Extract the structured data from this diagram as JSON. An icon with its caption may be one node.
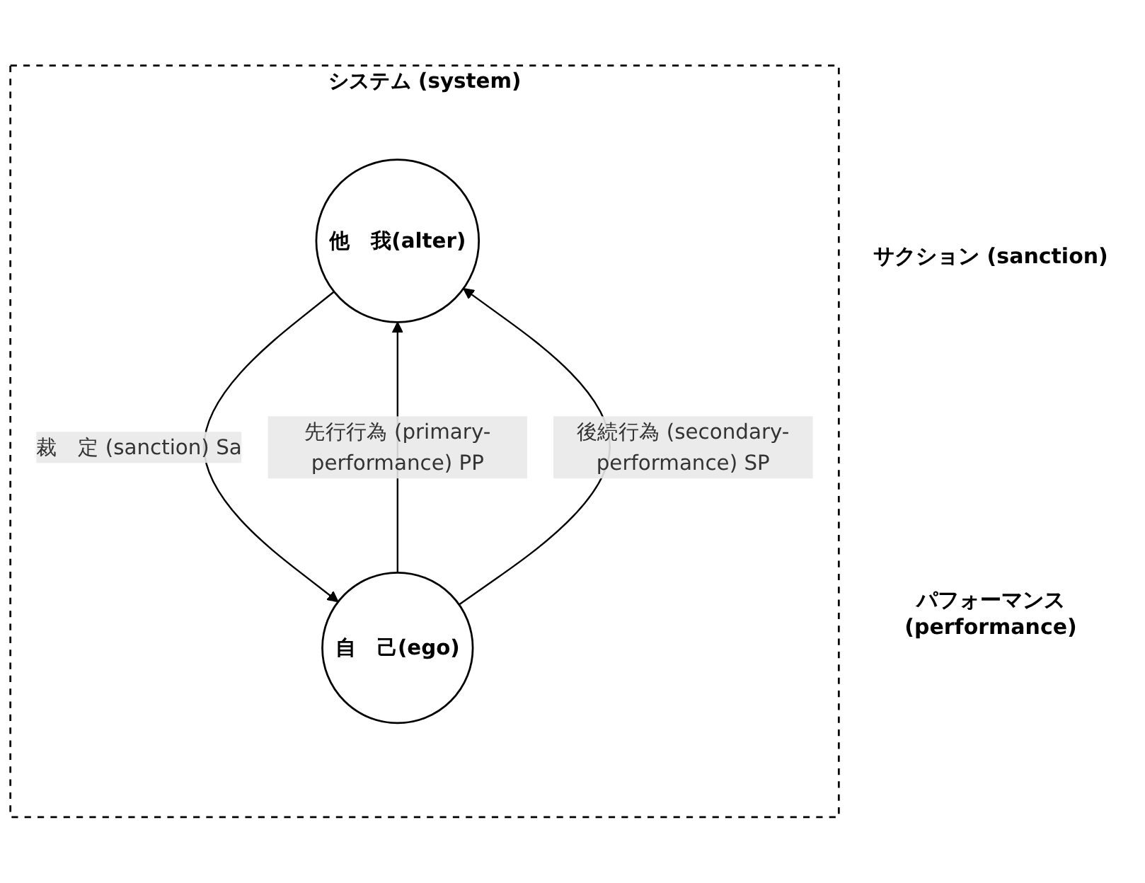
{
  "diagram": {
    "nodes": [
      {
        "text": [
          "システム (system)"
        ]
      },
      {
        "text": [
          "他　我(alter)"
        ],
        "in": 0
      },
      {
        "text": [
          "自　己(ego)"
        ],
        "in": 0
      }
    ],
    "edges": [
      {
        "from": 2,
        "to": 1,
        "arrow": "to",
        "label": "先行行為 (primary-performance) PP"
      },
      {
        "from": 1,
        "to": 2,
        "arrow": "to",
        "label": "裁　定 (sanction) Sa"
      },
      {
        "from": 2,
        "to": 1,
        "arrow": "to",
        "label": "後続行為 (secondary-performance) SP"
      }
    ],
    "labels": [
      "サクション (sanction)",
      "パフォーマンス (performance)"
    ]
  }
}
